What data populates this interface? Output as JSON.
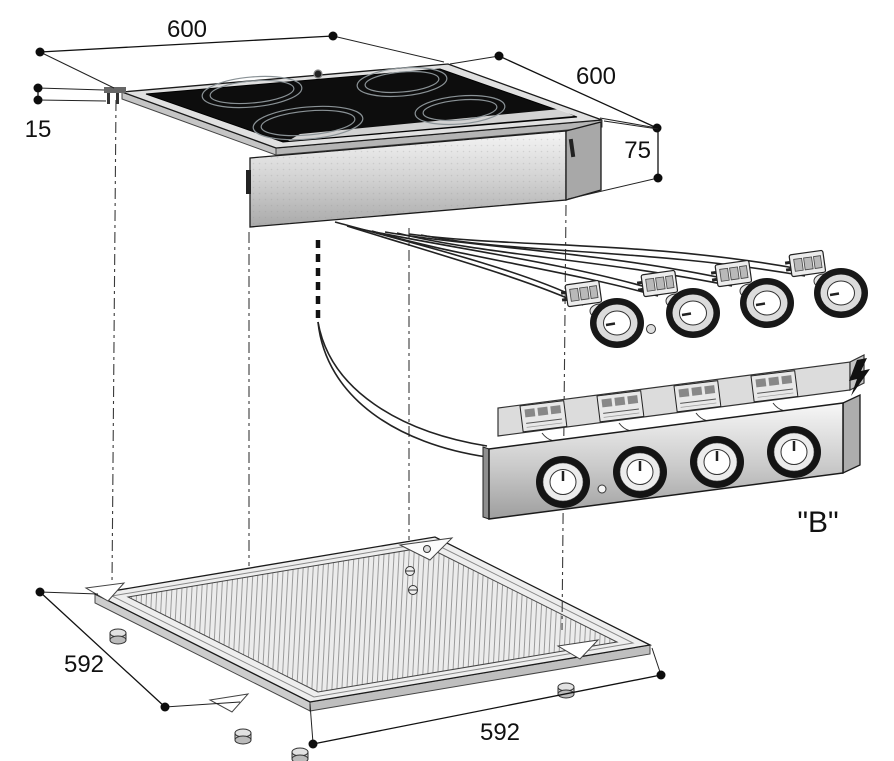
{
  "diagram": {
    "annotations": {
      "top_width_mm": "600",
      "top_depth_mm": "600",
      "rim_thickness_mm": "15",
      "body_height_mm": "75",
      "base_depth_mm": "592",
      "base_width_mm": "592",
      "control_box_label": "\"B\""
    },
    "icons": {
      "lightning": "high-voltage-lightning-icon"
    },
    "colors": {
      "background": "#ffffff",
      "line": "#1a1a1a",
      "glass_top": "#0d0d0d",
      "metal_light": "#f0f0f0",
      "metal_mid": "#c8c8c8",
      "metal_dark": "#9a9a9a"
    }
  }
}
